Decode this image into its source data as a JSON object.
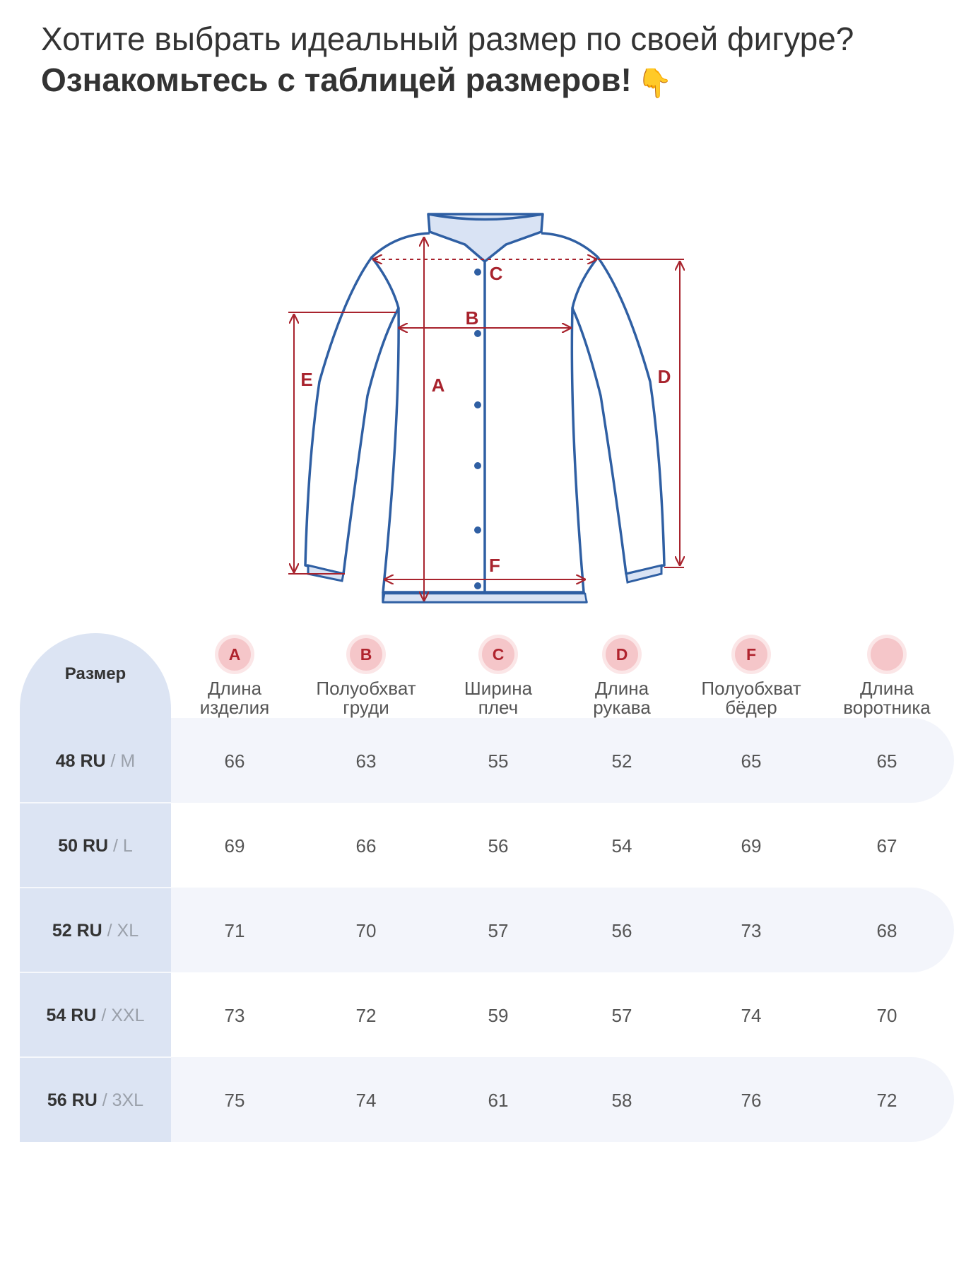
{
  "heading": {
    "line1": "Хотите выбрать идеальный размер по своей фигуре?",
    "line2": "Ознакомьтесь с таблицей размеров!",
    "emoji": "👇"
  },
  "diagram": {
    "labels": [
      "A",
      "B",
      "C",
      "D",
      "E",
      "F"
    ]
  },
  "table": {
    "size_header": "Размер",
    "columns": [
      {
        "badge": "A",
        "title1": "Длина",
        "title2": "изделия"
      },
      {
        "badge": "B",
        "title1": "Полуобхват",
        "title2": "груди"
      },
      {
        "badge": "C",
        "title1": "Ширина",
        "title2": "плеч"
      },
      {
        "badge": "D",
        "title1": "Длина",
        "title2": "рукава"
      },
      {
        "badge": "F",
        "title1": "Полуобхват",
        "title2": "бёдер"
      },
      {
        "badge": "",
        "title1": "Длина",
        "title2": "воротника"
      }
    ],
    "rows": [
      {
        "ru": "48 RU",
        "intl": " / M",
        "values": [
          "66",
          "63",
          "55",
          "52",
          "65",
          "65"
        ]
      },
      {
        "ru": "50 RU",
        "intl": " / L",
        "values": [
          "69",
          "66",
          "56",
          "54",
          "69",
          "67"
        ]
      },
      {
        "ru": "52 RU",
        "intl": " / XL",
        "values": [
          "71",
          "70",
          "57",
          "56",
          "73",
          "68"
        ]
      },
      {
        "ru": "54 RU",
        "intl": " / XXL",
        "values": [
          "73",
          "72",
          "59",
          "57",
          "74",
          "70"
        ]
      },
      {
        "ru": "56 RU",
        "intl": " / 3XL",
        "values": [
          "75",
          "74",
          "61",
          "58",
          "76",
          "72"
        ]
      }
    ]
  },
  "colors": {
    "outline": "#2f5fa3",
    "collar_fill": "#d9e3f4",
    "measure": "#a8232d",
    "size_column": "#dce4f3",
    "row_band": "#f3f5fb",
    "badge": "#f5c6c9"
  }
}
